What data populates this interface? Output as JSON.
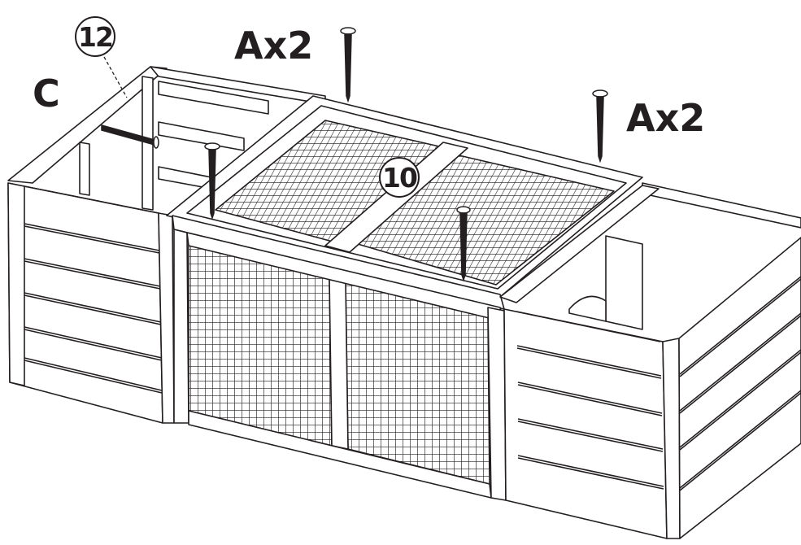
{
  "labels": {
    "part_c": "C",
    "qty_left": "Ax2",
    "qty_right": "Ax2",
    "callout_12": "12",
    "callout_10": "10"
  },
  "icons": [
    "screw-icon"
  ],
  "colors": {
    "line": "#231f20",
    "background": "#ffffff"
  }
}
